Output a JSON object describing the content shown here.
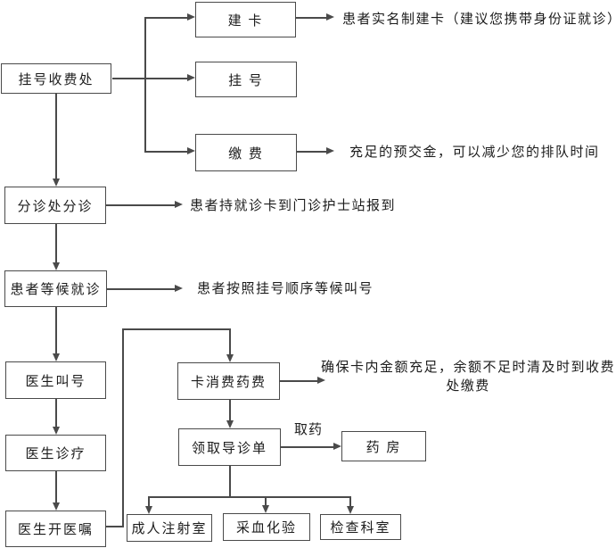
{
  "nodes": {
    "registration_fee_desk": "挂号收费处",
    "create_card": "建 卡",
    "register": "挂 号",
    "pay_fee": "缴 费",
    "triage_station": "分诊处分诊",
    "wait_for_visit": "患者等候就诊",
    "doctor_calls_number": "医生叫号",
    "doctor_treatment": "医生诊疗",
    "doctor_writes_orders": "医生开医嘱",
    "card_pays_medicine_fee": "卡消费药费",
    "get_guidance_sheet": "领取导诊单",
    "pharmacy": "药 房",
    "adult_injection_room": "成人注射室",
    "blood_collection_lab": "采血化验",
    "examination_department": "检查科室"
  },
  "annotations": {
    "create_card_note": "患者实名制建卡（建议您携带身份证就诊）",
    "prepay_note": "充足的预交金，可以减少您的排队时间",
    "triage_note": "患者持就诊卡到门诊护士站报到",
    "wait_note": "患者按照挂号顺序等候叫号",
    "balance_note": "确保卡内金额充足，余额不足时清及时到收费处缴费",
    "take_medicine_label": "取药"
  },
  "colors": {
    "background": "#ffffff",
    "line": "#4a4a4a",
    "text": "#1c1c1c"
  }
}
